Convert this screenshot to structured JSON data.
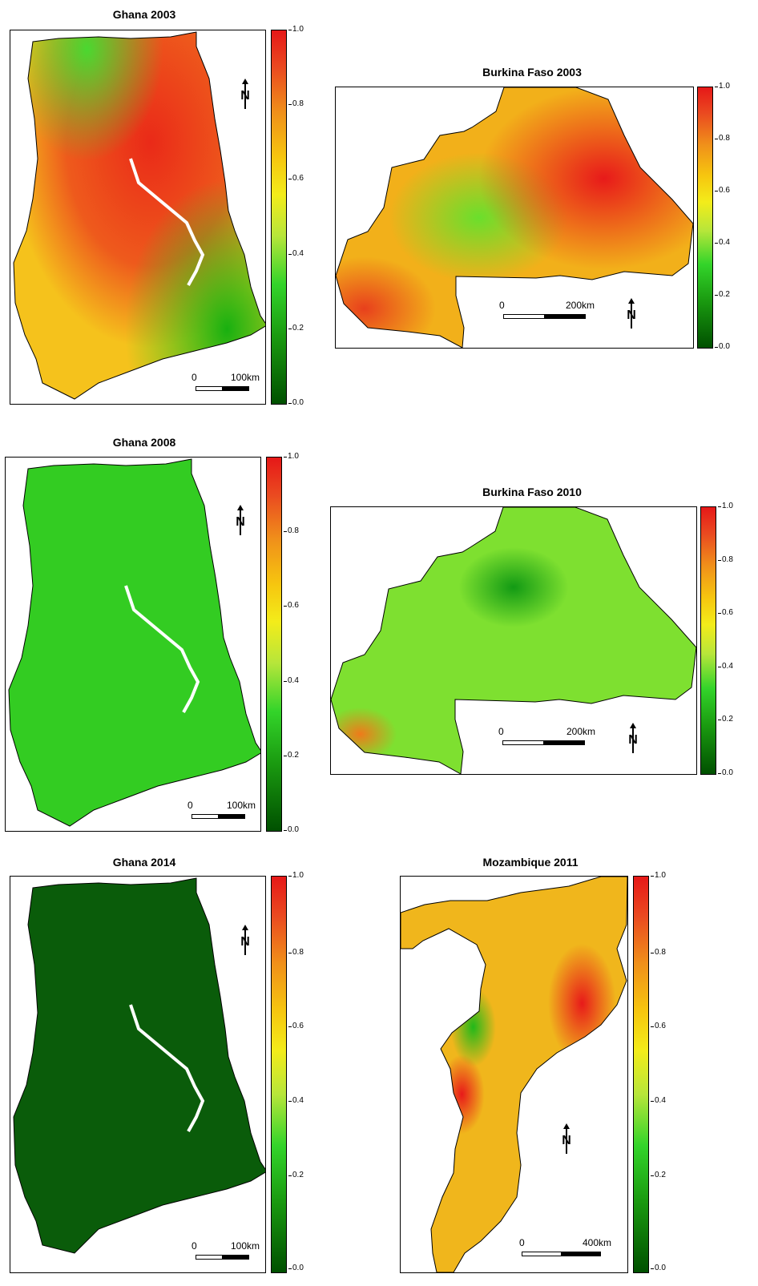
{
  "panels": {
    "ghana2003": {
      "title": "Ghana 2003",
      "scale_start": "0",
      "scale_end": "100km"
    },
    "bf2003": {
      "title": "Burkina Faso 2003",
      "scale_start": "0",
      "scale_end": "200km"
    },
    "ghana2008": {
      "title": "Ghana 2008",
      "scale_start": "0",
      "scale_end": "100km"
    },
    "bf2010": {
      "title": "Burkina Faso 2010",
      "scale_start": "0",
      "scale_end": "200km"
    },
    "ghana2014": {
      "title": "Ghana 2014",
      "scale_start": "0",
      "scale_end": "100km"
    },
    "moz2011": {
      "title": "Mozambique 2011",
      "scale_start": "0",
      "scale_end": "400km"
    }
  },
  "colorbar": {
    "ticks": [
      "1.0",
      "0.8",
      "0.6",
      "0.4",
      "0.2",
      "0.0"
    ],
    "colors": {
      "low": "#005000",
      "mid": "#f3ec1a",
      "high": "#e61818"
    }
  },
  "north_arrow_label": "N"
}
